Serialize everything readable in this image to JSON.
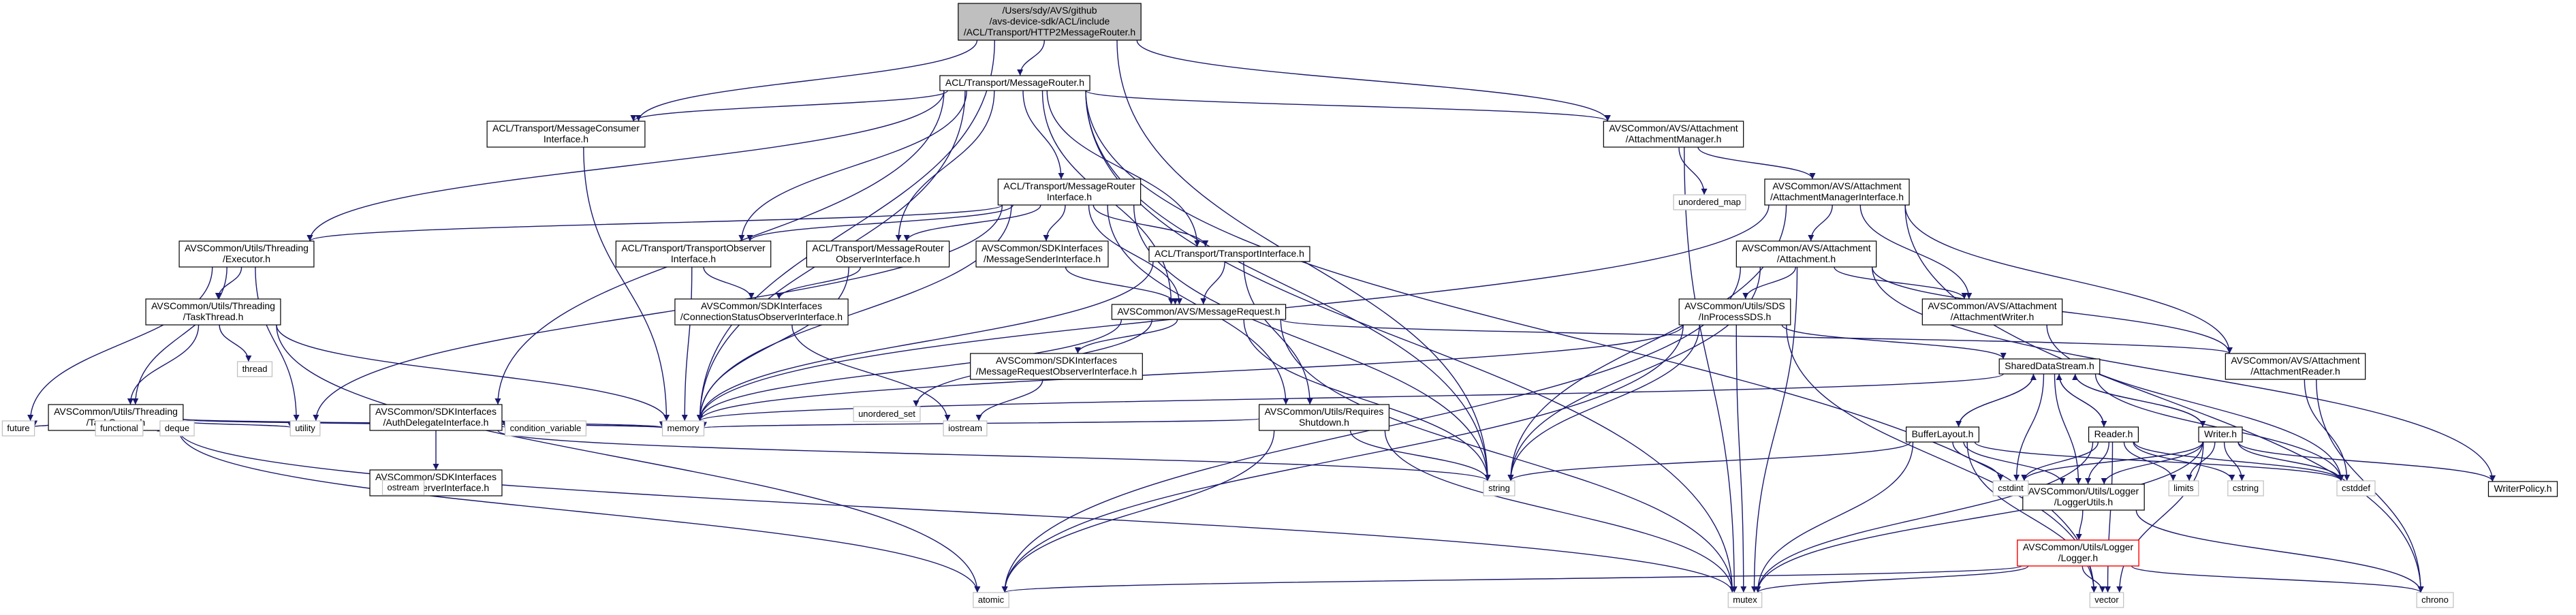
{
  "colors": {
    "edge": "#191970",
    "root_fill": "#bfbfbf",
    "node_border": "#000000",
    "external_border": "#bfbfbf",
    "highlight_border": "#ff0000"
  },
  "nodes": [
    {
      "id": "root",
      "lines": [
        "/Users/sdy/AVS/github",
        "/avs-device-sdk/ACL/include",
        "/ACL/Transport/HTTP2MessageRouter.h"
      ],
      "kind": "root"
    },
    {
      "id": "mr",
      "lines": [
        "ACL/Transport/MessageRouter.h"
      ],
      "kind": "file"
    },
    {
      "id": "mc",
      "lines": [
        "ACL/Transport/MessageConsumer",
        "Interface.h"
      ],
      "kind": "file"
    },
    {
      "id": "am",
      "lines": [
        "AVSCommon/AVS/Attachment",
        "/AttachmentManager.h"
      ],
      "kind": "file"
    },
    {
      "id": "mri",
      "lines": [
        "ACL/Transport/MessageRouter",
        "Interface.h"
      ],
      "kind": "file"
    },
    {
      "id": "ami",
      "lines": [
        "AVSCommon/AVS/Attachment",
        "/AttachmentManagerInterface.h"
      ],
      "kind": "file"
    },
    {
      "id": "exec",
      "lines": [
        "AVSCommon/Utils/Threading",
        "/Executor.h"
      ],
      "kind": "file"
    },
    {
      "id": "tto",
      "lines": [
        "ACL/Transport/TransportObserver",
        "Interface.h"
      ],
      "kind": "file"
    },
    {
      "id": "tmro",
      "lines": [
        "ACL/Transport/MessageRouter",
        "ObserverInterface.h"
      ],
      "kind": "file"
    },
    {
      "id": "msi",
      "lines": [
        "AVSCommon/SDKInterfaces",
        "/MessageSenderInterface.h"
      ],
      "kind": "file"
    },
    {
      "id": "ti",
      "lines": [
        "ACL/Transport/TransportInterface.h"
      ],
      "kind": "file"
    },
    {
      "id": "att",
      "lines": [
        "AVSCommon/AVS/Attachment",
        "/Attachment.h"
      ],
      "kind": "file"
    },
    {
      "id": "tt",
      "lines": [
        "AVSCommon/Utils/Threading",
        "/TaskThread.h"
      ],
      "kind": "file"
    },
    {
      "id": "csoi",
      "lines": [
        "AVSCommon/SDKInterfaces",
        "/ConnectionStatusObserverInterface.h"
      ],
      "kind": "file"
    },
    {
      "id": "mreq",
      "lines": [
        "AVSCommon/AVS/MessageRequest.h"
      ],
      "kind": "file"
    },
    {
      "id": "sds",
      "lines": [
        "AVSCommon/Utils/SDS",
        "/InProcessSDS.h"
      ],
      "kind": "file"
    },
    {
      "id": "aw",
      "lines": [
        "AVSCommon/AVS/Attachment",
        "/AttachmentWriter.h"
      ],
      "kind": "file"
    },
    {
      "id": "tq",
      "lines": [
        "AVSCommon/Utils/Threading",
        "/TaskQueue.h"
      ],
      "kind": "file"
    },
    {
      "id": "adi",
      "lines": [
        "AVSCommon/SDKInterfaces",
        "/AuthDelegateInterface.h"
      ],
      "kind": "file"
    },
    {
      "id": "mroi",
      "lines": [
        "AVSCommon/SDKInterfaces",
        "/MessageRequestObserverInterface.h"
      ],
      "kind": "file"
    },
    {
      "id": "rs",
      "lines": [
        "AVSCommon/Utils/Requires",
        "Shutdown.h"
      ],
      "kind": "file"
    },
    {
      "id": "sdsh",
      "lines": [
        "SharedDataStream.h"
      ],
      "kind": "file"
    },
    {
      "id": "ar",
      "lines": [
        "AVSCommon/AVS/Attachment",
        "/AttachmentReader.h"
      ],
      "kind": "file"
    },
    {
      "id": "aoi",
      "lines": [
        "AVSCommon/SDKInterfaces",
        "/AuthObserverInterface.h"
      ],
      "kind": "file"
    },
    {
      "id": "bl",
      "lines": [
        "BufferLayout.h"
      ],
      "kind": "file"
    },
    {
      "id": "rd",
      "lines": [
        "Reader.h"
      ],
      "kind": "file"
    },
    {
      "id": "wr",
      "lines": [
        "Writer.h"
      ],
      "kind": "file"
    },
    {
      "id": "lu",
      "lines": [
        "AVSCommon/Utils/Logger",
        "/LoggerUtils.h"
      ],
      "kind": "file"
    },
    {
      "id": "wp",
      "lines": [
        "WriterPolicy.h"
      ],
      "kind": "file"
    },
    {
      "id": "lg",
      "lines": [
        "AVSCommon/Utils/Logger",
        "/Logger.h"
      ],
      "kind": "highlight"
    },
    {
      "id": "um",
      "lines": [
        "unordered_map"
      ],
      "kind": "external"
    },
    {
      "id": "thread",
      "lines": [
        "thread"
      ],
      "kind": "external"
    },
    {
      "id": "us",
      "lines": [
        "unordered_set"
      ],
      "kind": "external"
    },
    {
      "id": "future",
      "lines": [
        "future"
      ],
      "kind": "external"
    },
    {
      "id": "functional",
      "lines": [
        "functional"
      ],
      "kind": "external"
    },
    {
      "id": "deque",
      "lines": [
        "deque"
      ],
      "kind": "external"
    },
    {
      "id": "utility",
      "lines": [
        "utility"
      ],
      "kind": "external"
    },
    {
      "id": "cv",
      "lines": [
        "condition_variable"
      ],
      "kind": "external"
    },
    {
      "id": "memory",
      "lines": [
        "memory"
      ],
      "kind": "external"
    },
    {
      "id": "iostream",
      "lines": [
        "iostream"
      ],
      "kind": "external"
    },
    {
      "id": "ostream",
      "lines": [
        "ostream"
      ],
      "kind": "external"
    },
    {
      "id": "string",
      "lines": [
        "string"
      ],
      "kind": "external"
    },
    {
      "id": "cstdint",
      "lines": [
        "cstdint"
      ],
      "kind": "external"
    },
    {
      "id": "limits",
      "lines": [
        "limits"
      ],
      "kind": "external"
    },
    {
      "id": "cstring",
      "lines": [
        "cstring"
      ],
      "kind": "external"
    },
    {
      "id": "cstddef",
      "lines": [
        "cstddef"
      ],
      "kind": "external"
    },
    {
      "id": "atomic",
      "lines": [
        "atomic"
      ],
      "kind": "external"
    },
    {
      "id": "mutex",
      "lines": [
        "mutex"
      ],
      "kind": "external"
    },
    {
      "id": "vector",
      "lines": [
        "vector"
      ],
      "kind": "external"
    },
    {
      "id": "chrono",
      "lines": [
        "chrono"
      ],
      "kind": "external"
    }
  ],
  "edges": [
    [
      "root",
      "mr"
    ],
    [
      "root",
      "mc"
    ],
    [
      "root",
      "am"
    ],
    [
      "root",
      "memory"
    ],
    [
      "root",
      "string"
    ],
    [
      "mr",
      "mc"
    ],
    [
      "mr",
      "am"
    ],
    [
      "mr",
      "mri"
    ],
    [
      "mr",
      "exec"
    ],
    [
      "mr",
      "tto"
    ],
    [
      "mr",
      "tmro"
    ],
    [
      "mr",
      "ti"
    ],
    [
      "mr",
      "adi"
    ],
    [
      "mr",
      "mreq"
    ],
    [
      "mr",
      "memory"
    ],
    [
      "mr",
      "string"
    ],
    [
      "mr",
      "mutex"
    ],
    [
      "mr",
      "vector"
    ],
    [
      "mc",
      "memory"
    ],
    [
      "am",
      "ami"
    ],
    [
      "am",
      "um"
    ],
    [
      "am",
      "mutex"
    ],
    [
      "ami",
      "att"
    ],
    [
      "ami",
      "aw"
    ],
    [
      "ami",
      "ar"
    ],
    [
      "ami",
      "memory"
    ],
    [
      "ami",
      "string"
    ],
    [
      "ami",
      "chrono"
    ],
    [
      "mri",
      "exec"
    ],
    [
      "mri",
      "tto"
    ],
    [
      "mri",
      "tmro"
    ],
    [
      "mri",
      "msi"
    ],
    [
      "mri",
      "ti"
    ],
    [
      "mri",
      "mreq"
    ],
    [
      "mri",
      "rs"
    ],
    [
      "mri",
      "memory"
    ],
    [
      "mri",
      "string"
    ],
    [
      "mri",
      "utility"
    ],
    [
      "exec",
      "tt"
    ],
    [
      "exec",
      "tq"
    ],
    [
      "exec",
      "future"
    ],
    [
      "exec",
      "utility"
    ],
    [
      "tto",
      "csoi"
    ],
    [
      "tto",
      "memory"
    ],
    [
      "tmro",
      "csoi"
    ],
    [
      "tmro",
      "memory"
    ],
    [
      "msi",
      "mreq"
    ],
    [
      "ti",
      "mreq"
    ],
    [
      "ti",
      "rs"
    ],
    [
      "ti",
      "memory"
    ],
    [
      "att",
      "aw"
    ],
    [
      "att",
      "ar"
    ],
    [
      "att",
      "sds"
    ],
    [
      "att",
      "string"
    ],
    [
      "att",
      "mutex"
    ],
    [
      "att",
      "atomic"
    ],
    [
      "att",
      "wp"
    ],
    [
      "tt",
      "tq"
    ],
    [
      "tt",
      "thread"
    ],
    [
      "tt",
      "atomic"
    ],
    [
      "tt",
      "memory"
    ],
    [
      "csoi",
      "iostream"
    ],
    [
      "mreq",
      "mroi"
    ],
    [
      "mreq",
      "ar"
    ],
    [
      "mreq",
      "us"
    ],
    [
      "mreq",
      "memory"
    ],
    [
      "mreq",
      "string"
    ],
    [
      "mreq",
      "mutex"
    ],
    [
      "sds",
      "sdsh"
    ],
    [
      "sds",
      "memory"
    ],
    [
      "sds",
      "string"
    ],
    [
      "sds",
      "mutex"
    ],
    [
      "sds",
      "atomic"
    ],
    [
      "sds",
      "vector"
    ],
    [
      "aw",
      "cstddef"
    ],
    [
      "tq",
      "future"
    ],
    [
      "tq",
      "functional"
    ],
    [
      "tq",
      "deque"
    ],
    [
      "tq",
      "utility"
    ],
    [
      "tq",
      "cv"
    ],
    [
      "tq",
      "memory"
    ],
    [
      "tq",
      "mutex"
    ],
    [
      "tq",
      "atomic"
    ],
    [
      "adi",
      "aoi"
    ],
    [
      "adi",
      "memory"
    ],
    [
      "adi",
      "string"
    ],
    [
      "mroi",
      "iostream"
    ],
    [
      "rs",
      "memory"
    ],
    [
      "rs",
      "string"
    ],
    [
      "rs",
      "mutex"
    ],
    [
      "rs",
      "atomic"
    ],
    [
      "sdsh",
      "bl"
    ],
    [
      "sdsh",
      "rd"
    ],
    [
      "sdsh",
      "wr"
    ],
    [
      "sdsh",
      "lu"
    ],
    [
      "sdsh",
      "memory"
    ],
    [
      "sdsh",
      "cstdint"
    ],
    [
      "sdsh",
      "cstddef"
    ],
    [
      "ar",
      "cstddef"
    ],
    [
      "ar",
      "chrono"
    ],
    [
      "aoi",
      "ostream"
    ],
    [
      "bl",
      "sdsh"
    ],
    [
      "bl",
      "lu"
    ],
    [
      "bl",
      "string"
    ],
    [
      "bl",
      "cstdint"
    ],
    [
      "bl",
      "cstddef"
    ],
    [
      "bl",
      "vector"
    ],
    [
      "bl",
      "mutex"
    ],
    [
      "rd",
      "sdsh"
    ],
    [
      "rd",
      "lu"
    ],
    [
      "rd",
      "cstdint"
    ],
    [
      "rd",
      "cstddef"
    ],
    [
      "rd",
      "limits"
    ],
    [
      "rd",
      "cstring"
    ],
    [
      "rd",
      "vector"
    ],
    [
      "rd",
      "mutex"
    ],
    [
      "wr",
      "sdsh"
    ],
    [
      "wr",
      "lu"
    ],
    [
      "wr",
      "wp"
    ],
    [
      "wr",
      "cstdint"
    ],
    [
      "wr",
      "cstddef"
    ],
    [
      "wr",
      "limits"
    ],
    [
      "wr",
      "cstring"
    ],
    [
      "wr",
      "vector"
    ],
    [
      "wr",
      "mutex"
    ],
    [
      "lu",
      "lg"
    ],
    [
      "lu",
      "chrono"
    ],
    [
      "lg",
      "mutex"
    ],
    [
      "lg",
      "atomic"
    ],
    [
      "lg",
      "vector"
    ],
    [
      "lg",
      "chrono"
    ]
  ]
}
